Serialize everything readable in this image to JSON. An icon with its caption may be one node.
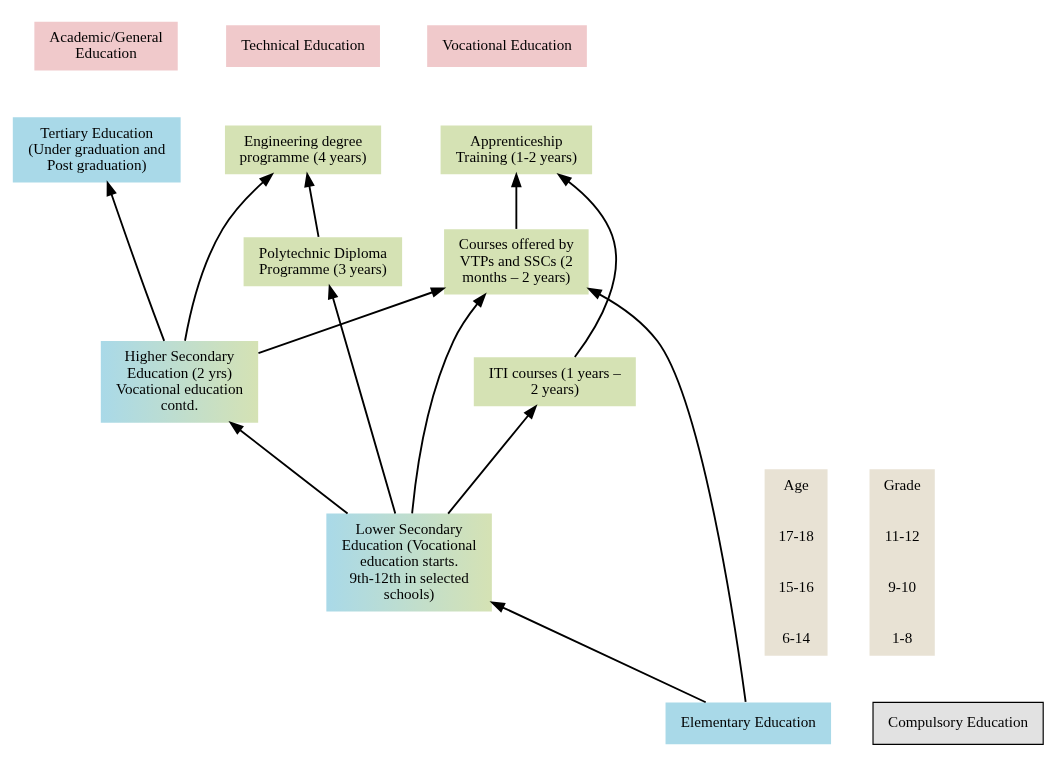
{
  "diagram": {
    "nodes": [
      {
        "text": [
          "Academic/General Education"
        ]
      },
      {
        "text": [
          "Technical Education"
        ]
      },
      {
        "text": [
          "Vocational Education"
        ]
      },
      {
        "text": [
          "Age",
          "17-18",
          "15-16",
          "6-14"
        ]
      },
      {
        "text": [
          "Grade",
          "11-12",
          "9-10",
          "1-8"
        ]
      },
      {
        "text": [
          "Tertiary Education (Under graduation and Post graduation)"
        ]
      },
      {
        "text": [
          "Higher Secondary Education (2 yrs)",
          "Vocational education contd."
        ]
      },
      {
        "text": [
          "Lower Secondary Education (Vocational education starts. 9th-12th in selected schools)"
        ]
      },
      {
        "text": [
          "Engineering degree programme (4 years)"
        ]
      },
      {
        "text": [
          "Polytechnic Diploma Programme (3 years)"
        ]
      },
      {
        "text": [
          "Apprenticeship Training (1-2 years)"
        ]
      },
      {
        "text": [
          "Courses offered by VTPs and SSCs (2 months – 2 years)"
        ]
      },
      {
        "text": [
          "ITI courses (1 years – 2 years)"
        ]
      },
      {
        "text": [
          "Elementary Education"
        ]
      },
      {
        "text": [
          "Compulsory Education"
        ]
      }
    ],
    "edges": [
      {
        "from": 6,
        "to": 5,
        "arrow": "to"
      },
      {
        "from": 7,
        "to": 6,
        "arrow": "to"
      },
      {
        "from": 13,
        "to": 7,
        "arrow": "to"
      },
      {
        "from": 6,
        "to": 8,
        "arrow": "to"
      },
      {
        "from": 9,
        "to": 8,
        "arrow": "to"
      },
      {
        "from": 7,
        "to": 9,
        "arrow": "to"
      },
      {
        "from": 6,
        "to": 11,
        "arrow": "to"
      },
      {
        "from": 7,
        "to": 11,
        "arrow": "to"
      },
      {
        "from": 7,
        "to": 12,
        "arrow": "to"
      },
      {
        "from": 13,
        "to": 11,
        "arrow": "to"
      },
      {
        "from": 11,
        "to": 10,
        "arrow": "to"
      },
      {
        "from": 12,
        "to": 10,
        "arrow": "to"
      }
    ]
  }
}
